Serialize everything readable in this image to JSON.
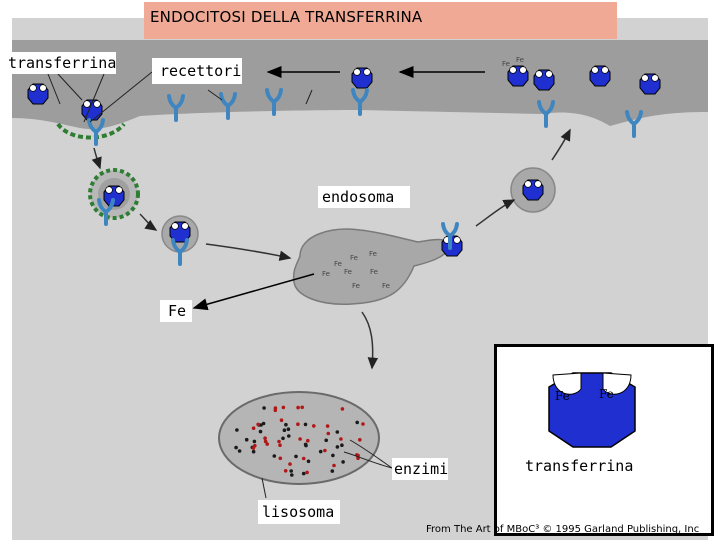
{
  "title": "ENDOCITOSI DELLA TRANSFERRINA",
  "labels": {
    "transferrina": "transferrina",
    "recettori": "recettori",
    "endosoma": "endosoma",
    "fe": "Fe",
    "enzimi": "enzimi",
    "lisosoma": "lisosoma"
  },
  "legend": {
    "fe_left": "Fe",
    "fe_right": "Fe",
    "caption": "transferrina"
  },
  "credit": "From The Art of MBoC³ © 1995 Garland Publishing, Inc",
  "colors": {
    "title_bg": "#f0a994",
    "membrane": "#9d9d9d",
    "cytoplasm": "#d2d2d2",
    "transferrin": "#1f2fd0",
    "receptor": "#3f86c0",
    "clathrin": "#2e7d32",
    "lysosome_dots_red": "#b01818"
  }
}
